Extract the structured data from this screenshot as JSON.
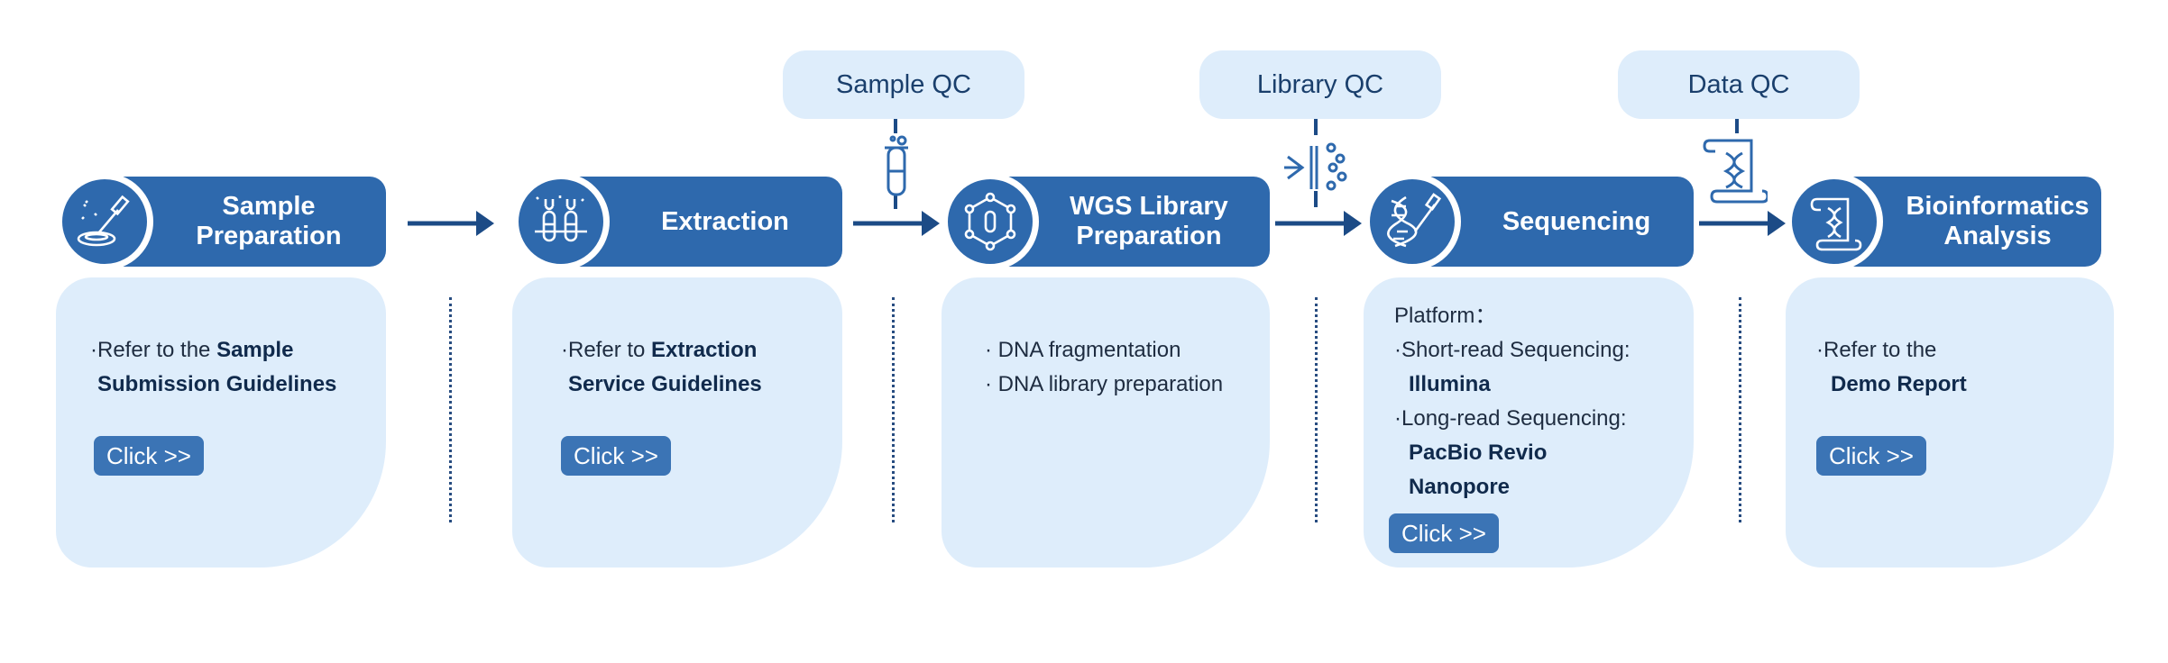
{
  "qc": [
    {
      "label": "Sample QC"
    },
    {
      "label": "Library QC"
    },
    {
      "label": "Data QC"
    }
  ],
  "steps": [
    {
      "title": "Sample\nPreparation",
      "icon": "petri-dish-pipette-icon"
    },
    {
      "title": "Extraction",
      "icon": "test-tubes-icon"
    },
    {
      "title": "WGS Library\nPreparation",
      "icon": "molecule-network-icon"
    },
    {
      "title": "Sequencing",
      "icon": "dna-sequencing-icon"
    },
    {
      "title": "Bioinformatics\nAnalysis",
      "icon": "dna-scroll-icon"
    }
  ],
  "cards": {
    "sample_prep": {
      "prefix": "Refer to the ",
      "bold1": "Sample",
      "bold2": "Submission Guidelines",
      "button": "Click >>"
    },
    "extraction": {
      "prefix": "Refer to ",
      "bold1": "Extraction",
      "bold2": "Service Guidelines",
      "button": "Click >>"
    },
    "library": {
      "items": [
        "DNA fragmentation",
        "DNA library preparation"
      ]
    },
    "sequencing": {
      "platform_label": "Platform：",
      "short_read": "Short-read Sequencing:",
      "short_platform": "Illumina",
      "long_read": "Long-read Sequencing:",
      "long_platform_1": "PacBio Revio",
      "long_platform_2": "Nanopore",
      "button": "Click >>"
    },
    "bioinfo": {
      "prefix": "Refer to the",
      "bold1": "Demo Report",
      "button": "Click >>"
    }
  },
  "colors": {
    "header": "#2e69ad",
    "card": "#deedfb",
    "pill": "#deedfb",
    "arrow": "#1c4b86",
    "button": "#3b74b5"
  }
}
